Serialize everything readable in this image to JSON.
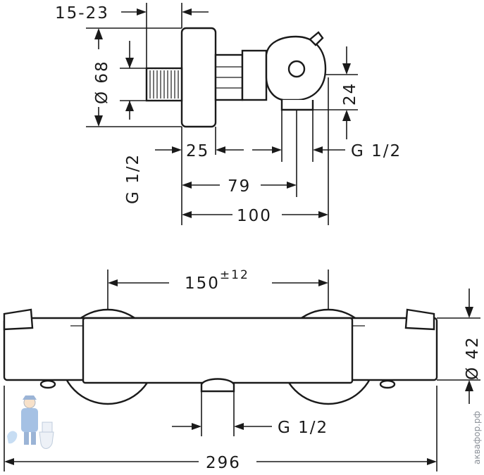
{
  "side_view": {
    "dim_offset": "15-23",
    "dim_diameter": "Ø 68",
    "dim_thread_left": "G 1/2",
    "dim_depth_25": "25",
    "dim_depth_79": "79",
    "dim_depth_100": "100",
    "dim_height_24": "24",
    "dim_thread_right": "G 1/2"
  },
  "front_view": {
    "dim_centers": "150",
    "dim_centers_tolerance": "±12",
    "dim_diameter": "Ø 42",
    "dim_thread_bottom": "G 1/2",
    "dim_total_width": "296"
  },
  "watermark": {
    "text": "аквафор.рф"
  }
}
